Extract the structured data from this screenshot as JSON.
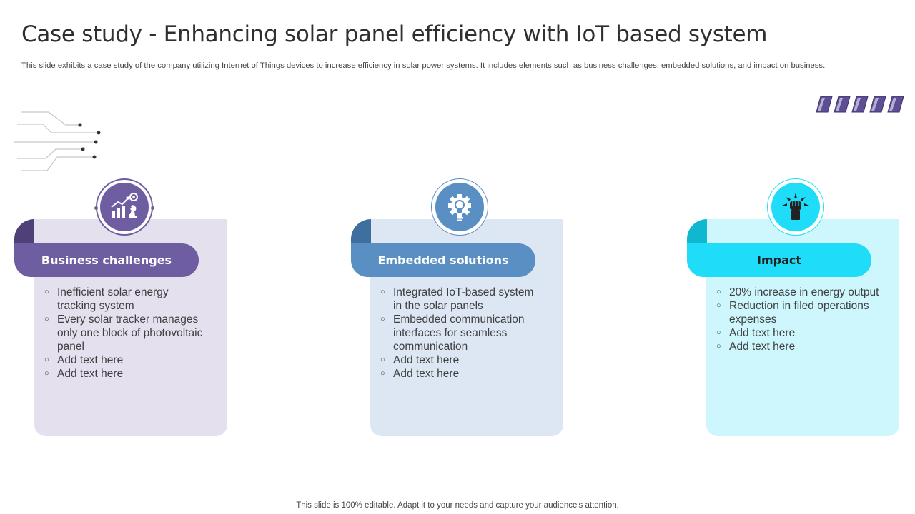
{
  "title": "Case study - Enhancing solar panel efficiency with IoT based system",
  "subtitle": "This slide exhibits a case study of the company utilizing Internet of Things devices to increase efficiency in solar power systems. It includes elements such as business challenges, embedded solutions, and impact on business.",
  "colors": {
    "purple": "#6e5ea1",
    "purple_dark": "#4f4078",
    "purple_light": "#e4e0ee",
    "blue": "#5a8fc4",
    "blue_dark": "#3f6f9f",
    "blue_light": "#dde7f4",
    "cyan": "#1fdcf8",
    "cyan_dark": "#0fb7cf",
    "cyan_light": "#cdf7fd"
  },
  "columns": [
    {
      "heading": "Business challenges",
      "icon": "growth-chart-chess-icon",
      "points": [
        "Inefficient solar energy tracking system",
        "Every solar tracker manages only one block of photovoltaic panel",
        "Add text here",
        "Add text here"
      ]
    },
    {
      "heading": "Embedded solutions",
      "icon": "gear-lightbulb-icon",
      "points": [
        "Integrated IoT-based system in the solar panels",
        "Embedded communication interfaces for seamless communication",
        "Add text here",
        "Add text here"
      ]
    },
    {
      "heading": "Impact",
      "icon": "fist-impact-icon",
      "points": [
        "20% increase in energy output",
        "Reduction in filed operations expenses",
        "Add text here",
        "Add text here"
      ]
    }
  ],
  "footer": "This slide is 100% editable. Adapt it to your needs and capture your audience's attention."
}
